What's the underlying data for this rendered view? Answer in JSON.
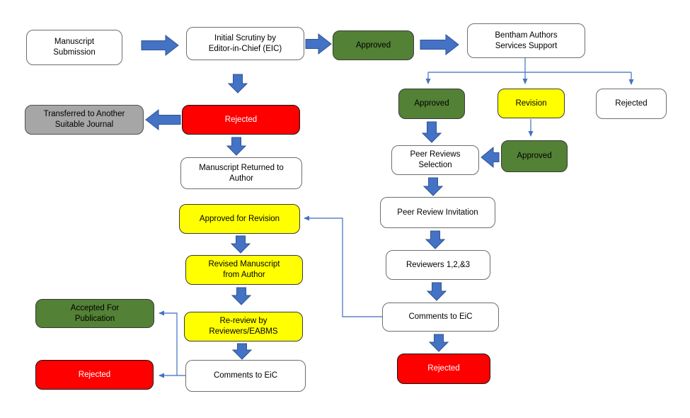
{
  "flowchart": {
    "description": "Manuscript submission and peer review workflow",
    "palette": {
      "approved_green": "#538135",
      "revision_yellow": "#FFFF00",
      "rejected_red": "#FF0000",
      "transfer_gray": "#A6A6A6",
      "neutral_white": "#FFFFFF",
      "arrow_blue_fill": "#4472C4",
      "arrow_blue_border": "#2E5395",
      "connector_blue": "#5B83C9",
      "box_border_gray": "#6E6E6E"
    },
    "nodes": {
      "manuscript_submission": {
        "label": "Manuscript\nSubmission",
        "color": "white"
      },
      "initial_scrutiny": {
        "label": "Initial Scrutiny by\nEditor-in-Chief (EIC)",
        "color": "white"
      },
      "approved_top": {
        "label": "Approved",
        "color": "green"
      },
      "bentham_support": {
        "label": "Bentham Authors\nServices Support",
        "color": "white"
      },
      "approved_branch": {
        "label": "Approved",
        "color": "green"
      },
      "revision_branch": {
        "label": "Revision",
        "color": "yellow"
      },
      "rejected_branch": {
        "label": "Rejected",
        "color": "white"
      },
      "approved_after_revision": {
        "label": "Approved",
        "color": "green"
      },
      "peer_reviews_selection": {
        "label": "Peer Reviews\nSelection",
        "color": "white"
      },
      "peer_review_invitation": {
        "label": "Peer Review Invitation",
        "color": "white"
      },
      "reviewers_123": {
        "label": "Reviewers 1,2,&3",
        "color": "white"
      },
      "comments_to_eic_right": {
        "label": "Comments to EiC",
        "color": "white"
      },
      "rejected_final_right": {
        "label": "Rejected",
        "color": "red"
      },
      "rejected_eic": {
        "label": "Rejected",
        "color": "red"
      },
      "transferred_journal": {
        "label": "Transferred to Another\nSuitable Journal",
        "color": "gray"
      },
      "manuscript_returned": {
        "label": "Manuscript Returned to\nAuthor",
        "color": "white"
      },
      "approved_for_revision": {
        "label": "Approved for Revision",
        "color": "yellow"
      },
      "revised_manuscript": {
        "label": "Revised Manuscript\nfrom Author",
        "color": "yellow"
      },
      "re_review": {
        "label": "Re-review by\nReviewers/EABMS",
        "color": "yellow"
      },
      "comments_to_eic_left": {
        "label": "Comments to EiC",
        "color": "white"
      },
      "accepted_for_publication": {
        "label": "Accepted For\nPublication",
        "color": "green"
      },
      "rejected_final_left": {
        "label": "Rejected",
        "color": "red"
      }
    },
    "edges": [
      {
        "from": "manuscript_submission",
        "to": "initial_scrutiny",
        "style": "block-arrow"
      },
      {
        "from": "initial_scrutiny",
        "to": "approved_top",
        "style": "block-arrow"
      },
      {
        "from": "approved_top",
        "to": "bentham_support",
        "style": "block-arrow"
      },
      {
        "from": "bentham_support",
        "to": "approved_branch",
        "style": "line-arrow"
      },
      {
        "from": "bentham_support",
        "to": "revision_branch",
        "style": "line-arrow"
      },
      {
        "from": "bentham_support",
        "to": "rejected_branch",
        "style": "line-arrow"
      },
      {
        "from": "initial_scrutiny",
        "to": "rejected_eic",
        "style": "block-arrow"
      },
      {
        "from": "rejected_eic",
        "to": "transferred_journal",
        "style": "block-arrow"
      },
      {
        "from": "rejected_eic",
        "to": "manuscript_returned",
        "style": "block-arrow"
      },
      {
        "from": "approved_branch",
        "to": "peer_reviews_selection",
        "style": "block-arrow"
      },
      {
        "from": "revision_branch",
        "to": "approved_after_revision",
        "style": "line-arrow"
      },
      {
        "from": "approved_after_revision",
        "to": "peer_reviews_selection",
        "style": "block-arrow"
      },
      {
        "from": "peer_reviews_selection",
        "to": "peer_review_invitation",
        "style": "block-arrow"
      },
      {
        "from": "peer_review_invitation",
        "to": "reviewers_123",
        "style": "block-arrow"
      },
      {
        "from": "reviewers_123",
        "to": "comments_to_eic_right",
        "style": "block-arrow"
      },
      {
        "from": "comments_to_eic_right",
        "to": "rejected_final_right",
        "style": "block-arrow"
      },
      {
        "from": "comments_to_eic_right",
        "to": "approved_for_revision",
        "style": "line-arrow"
      },
      {
        "from": "approved_for_revision",
        "to": "revised_manuscript",
        "style": "block-arrow"
      },
      {
        "from": "revised_manuscript",
        "to": "re_review",
        "style": "block-arrow"
      },
      {
        "from": "re_review",
        "to": "comments_to_eic_left",
        "style": "block-arrow"
      },
      {
        "from": "comments_to_eic_left",
        "to": "accepted_for_publication",
        "style": "line-arrow"
      },
      {
        "from": "comments_to_eic_left",
        "to": "rejected_final_left",
        "style": "line-arrow"
      }
    ]
  }
}
